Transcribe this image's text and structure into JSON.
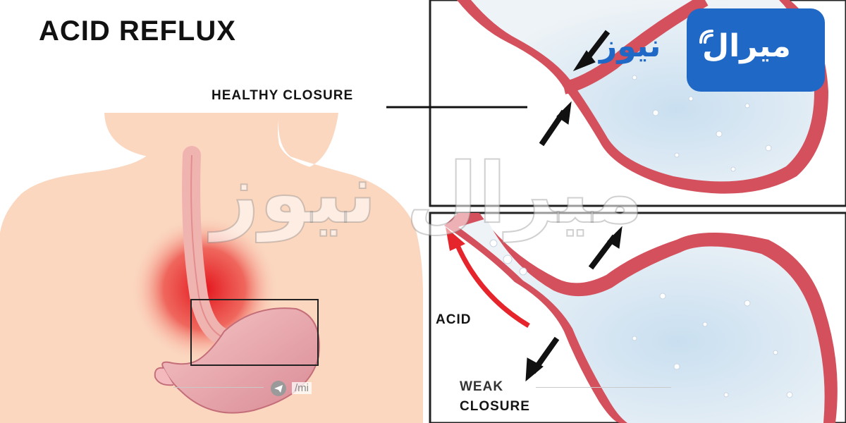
{
  "title": "ACID REFLUX",
  "labels": {
    "healthy_closure": "HEALTHY CLOSURE",
    "acid": "ACID",
    "weak": "WEAK",
    "closure": "CLOSURE"
  },
  "logo": {
    "main_text": "ميرال",
    "side_text": "نيوز"
  },
  "watermark": "ميرال نيوز",
  "footer": {
    "icon": "telegram-icon",
    "text": "/mi"
  },
  "colors": {
    "skin": "#fbd7c0",
    "inflammation": "#e3141c",
    "tissue": "#cf4e5c",
    "stomach_inner": "#dfe9f2",
    "acid_arrow": "#e5242b",
    "logo_blue": "#1f68c6"
  }
}
